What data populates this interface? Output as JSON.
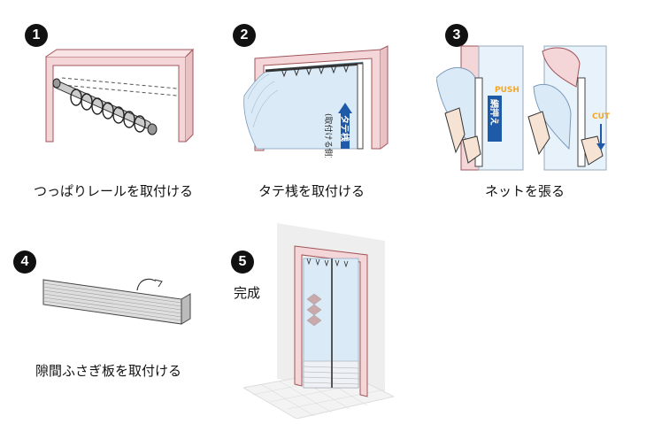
{
  "steps": [
    {
      "number": "1",
      "caption": "つっぱりレールを取付ける",
      "icon": "tension-rail-illustration"
    },
    {
      "number": "2",
      "caption": "タテ桟を取付ける",
      "icon": "vertical-frame-illustration"
    },
    {
      "number": "3",
      "caption": "ネットを張る",
      "icon": "net-install-illustration"
    },
    {
      "number": "4",
      "caption": "隙間ふさぎ板を取付ける",
      "icon": "gap-cover-board-illustration"
    },
    {
      "number": "5",
      "caption": "完成",
      "icon": "finished-door-illustration"
    }
  ],
  "step2_label_main": "タテ桟",
  "step2_label_sub": "(取付ける側)",
  "step3_push": "PUSH",
  "step3_label": "網押え",
  "step3_cut": "CUT",
  "colors": {
    "frame": "#f4d6d8",
    "frame_stroke": "#a0555a",
    "net": "#dbeaf7",
    "arrow": "#1f5aa8",
    "accent": "#f5a623"
  }
}
